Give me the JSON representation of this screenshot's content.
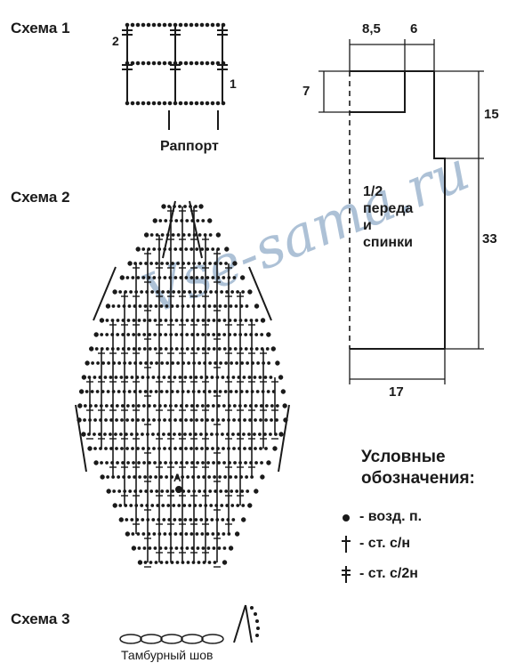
{
  "scheme1": {
    "title": "Схема 1",
    "row2": "2",
    "row1": "1",
    "rapport": "Раппорт"
  },
  "scheme2": {
    "title": "Схема 2",
    "point": "A"
  },
  "scheme3": {
    "title": "Схема 3",
    "stitch": "Тамбурный шов"
  },
  "pattern": {
    "top_a": "8,5",
    "top_b": "6",
    "left": "7",
    "right_top": "15",
    "right_bottom": "33",
    "bottom": "17",
    "piece_lines": [
      "1/2",
      "переда",
      "и",
      "спинки"
    ]
  },
  "legend": {
    "title_lines": [
      "Условные",
      "обозначения:"
    ],
    "items": [
      "- возд. п.",
      "- ст. с/н",
      "- ст. с/2н"
    ]
  },
  "watermark": "Vse-sama.ru",
  "colors": {
    "ink": "#1a1a1a",
    "watermark": "#6b8fb5"
  }
}
